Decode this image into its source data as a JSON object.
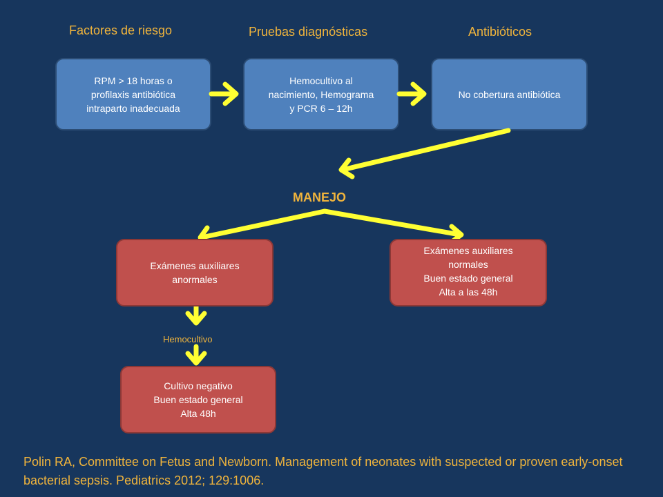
{
  "headings": {
    "risk_factors": "Factores de riesgo",
    "diagnostic_tests": "Pruebas diagnósticas",
    "antibiotics": "Antibióticos"
  },
  "boxes": {
    "risk": "RPM > 18 horas o\nprofilaxis  antibiótica\nintraparto inadecuada",
    "tests": "Hemocultivo al\nnacimiento, Hemograma\ny PCR 6 – 12h",
    "antibiotic": "No cobertura antibiótica",
    "abnormal": "Exámenes auxiliares\nanormales",
    "normal": "Exámenes auxiliares\nnormales\nBuen estado general\nAlta a las 48h",
    "negative_culture": "Cultivo negativo\nBuen estado general\nAlta 48h"
  },
  "manejo_label": "MANEJO",
  "hemocultivo_label": "Hemocultivo",
  "citation": "Polin RA, Committee on Fetus and Newborn. Management of neonates with suspected or proven early-onset bacterial sepsis. Pediatrics 2012; 129:1006.",
  "colors": {
    "background": "#17365d",
    "heading": "#f0b43c",
    "arrow": "#ffff33",
    "blue_box": "#4f81bd",
    "red_box": "#c0504d"
  }
}
